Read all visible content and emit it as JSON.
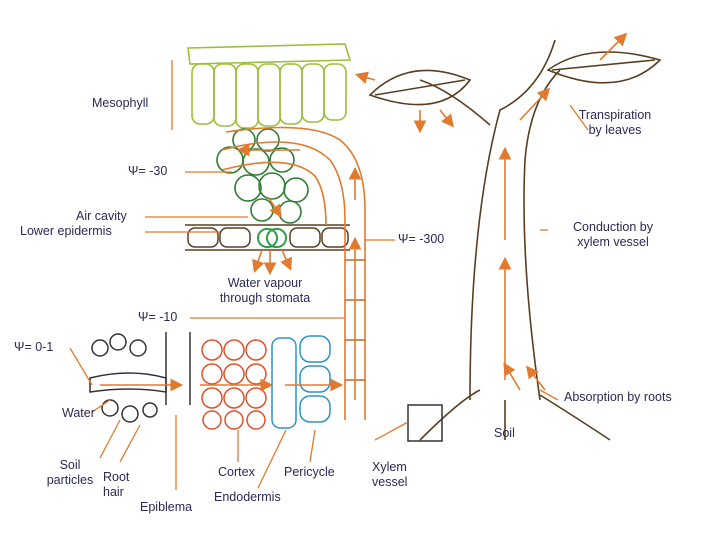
{
  "labels": {
    "mesophyll": "Mesophyll",
    "psi_30": "Ψ= -30",
    "air_cavity": "Air cavity",
    "lower_epidermis": "Lower epidermis",
    "water_vapour_1": "Water vapour",
    "water_vapour_2": "through stomata",
    "psi_10": "Ψ= -10",
    "psi_01": "Ψ= 0-1",
    "water": "Water",
    "soil_particles_1": "Soil",
    "soil_particles_2": "particles",
    "root_hair_1": "Root",
    "root_hair_2": "hair",
    "epiblema": "Epiblema",
    "cortex": "Cortex",
    "endodermis": "Endodermis",
    "pericycle": "Pericycle",
    "xylem_vessel_1": "Xylem",
    "xylem_vessel_2": "vessel",
    "psi_300": "Ψ= -300",
    "transpiration_1": "Transpiration",
    "transpiration_2": "by leaves",
    "conduction_1": "Conduction by",
    "conduction_2": "xylem vessel",
    "absorption": "Absorption by roots",
    "soil": "Soil"
  },
  "colors": {
    "mesophyll": "#9cbf3a",
    "spongy": "#2e7d32",
    "cortex": "#e0502a",
    "pericycle": "#2e93c4",
    "arrow": "#e07a2e",
    "outline": "#5a3e22",
    "label": "#2a2a55"
  }
}
